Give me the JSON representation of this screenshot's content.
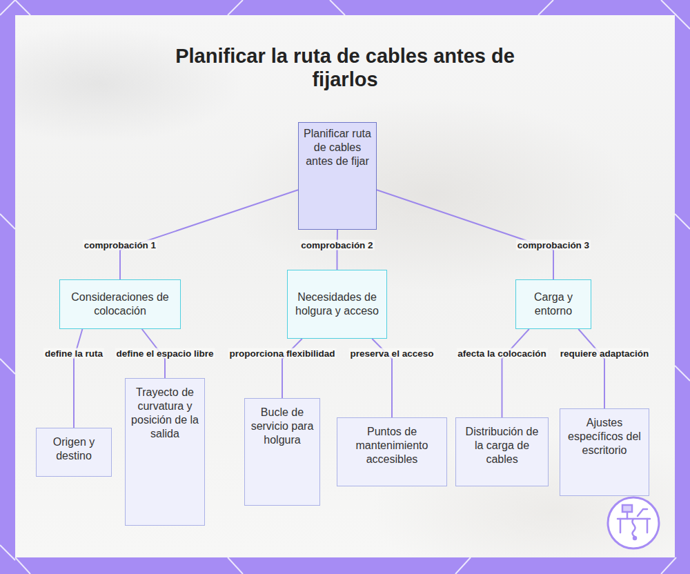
{
  "diagram": {
    "title": "Planificar la ruta de cables antes de fijarlos",
    "nodes": [
      {
        "text": [
          "Planificar ruta de cables antes de fijar"
        ]
      },
      {
        "text": [
          "Consideraciones de colocación"
        ]
      },
      {
        "text": [
          "Necesidades de holgura y acceso"
        ]
      },
      {
        "text": [
          "Carga y entorno"
        ]
      },
      {
        "text": [
          "Origen y destino"
        ]
      },
      {
        "text": [
          "Trayecto de curvatura y posición de la salida"
        ]
      },
      {
        "text": [
          "Bucle de servicio para holgura"
        ]
      },
      {
        "text": [
          "Puntos de mantenimiento accesibles"
        ]
      },
      {
        "text": [
          "Distribución de la carga de cables"
        ]
      },
      {
        "text": [
          "Ajustes específicos del escritorio"
        ]
      }
    ],
    "edges": [
      {
        "from": 0,
        "to": 1,
        "label": "comprobación 1",
        "arrow": "none"
      },
      {
        "from": 0,
        "to": 2,
        "label": "comprobación 2",
        "arrow": "none"
      },
      {
        "from": 0,
        "to": 3,
        "label": "comprobación 3",
        "arrow": "none"
      },
      {
        "from": 1,
        "to": 4,
        "label": "define la ruta",
        "arrow": "none"
      },
      {
        "from": 1,
        "to": 5,
        "label": "define el espacio libre",
        "arrow": "none"
      },
      {
        "from": 2,
        "to": 6,
        "label": "proporciona flexibilidad",
        "arrow": "none"
      },
      {
        "from": 2,
        "to": 7,
        "label": "preserva el acceso",
        "arrow": "none"
      },
      {
        "from": 3,
        "to": 8,
        "label": "afecta la colocación",
        "arrow": "none"
      },
      {
        "from": 3,
        "to": 9,
        "label": "requiere adaptación",
        "arrow": "none"
      }
    ]
  }
}
